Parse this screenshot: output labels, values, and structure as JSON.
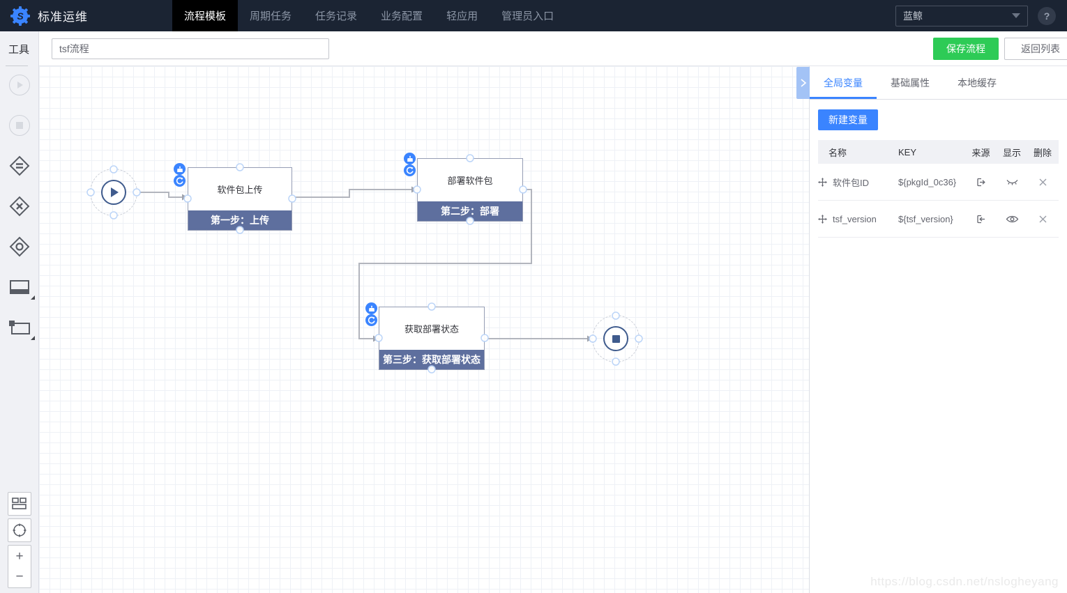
{
  "nav": {
    "app_title": "标准运维",
    "tabs": [
      {
        "label": "流程模板",
        "active": true
      },
      {
        "label": "周期任务",
        "active": false
      },
      {
        "label": "任务记录",
        "active": false
      },
      {
        "label": "业务配置",
        "active": false
      },
      {
        "label": "轻应用",
        "active": false
      },
      {
        "label": "管理员入口",
        "active": false
      }
    ],
    "project_select": {
      "value": "蓝鲸"
    },
    "help_label": "?"
  },
  "toolbar": {
    "tools_label": "工具",
    "flow_name": "tsf流程",
    "save_label": "保存流程",
    "back_label": "返回列表"
  },
  "palette": {
    "zoom_in": "+",
    "zoom_out": "−"
  },
  "canvas": {
    "nodes": [
      {
        "title": "软件包上传",
        "stage": "第一步：上传"
      },
      {
        "title": "部署软件包",
        "stage": "第二步：部署"
      },
      {
        "title": "获取部署状态",
        "stage": "第三步：获取部署状态"
      }
    ]
  },
  "panel": {
    "tabs": [
      {
        "label": "全局变量",
        "active": true
      },
      {
        "label": "基础属性",
        "active": false
      },
      {
        "label": "本地缓存",
        "active": false
      }
    ],
    "new_variable_label": "新建变量",
    "table": {
      "headers": [
        "名称",
        "KEY",
        "来源",
        "显示",
        "删除"
      ],
      "rows": [
        {
          "name": "软件包ID",
          "key": "${pkgId_0c36}",
          "source": "output",
          "visible": false
        },
        {
          "name": "tsf_version",
          "key": "${tsf_version}",
          "source": "input",
          "visible": true
        }
      ]
    }
  },
  "watermark": "https://blog.csdn.net/nslogheyang",
  "colors": {
    "accent": "#3a84ff",
    "success": "#2dcb56",
    "node_bar": "#5e6f9e",
    "node_shape": "#3f5b8d",
    "nav_bg": "#1b2433"
  }
}
